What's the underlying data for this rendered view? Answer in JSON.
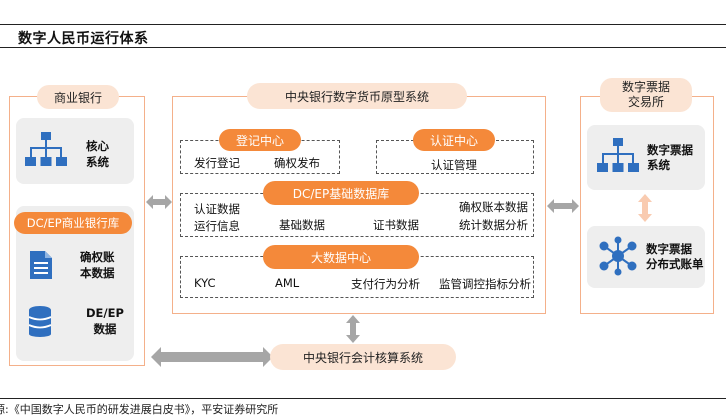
{
  "title": "数字人民币运行体系",
  "commercial_bank": {
    "header": "商业银行",
    "core_system": "核心\n系统",
    "db_header": "DC/EP商业银行库",
    "ledger_data": "确权账\n本数据",
    "dcep_data": "DE/EP\n数据"
  },
  "central": {
    "header": "中央银行数字货币原型系统",
    "registration_center": "登记中心",
    "issue_registration": "发行登记",
    "rights_publish": "确权发布",
    "auth_center": "认证中心",
    "auth_management": "认证管理",
    "dcep_db": "DC/EP基础数据库",
    "auth_data": "认证数据",
    "ledger_basic_data": "确权账本数据",
    "operation_info": "运行信息",
    "basic_data": "基础数据",
    "cert_data": "证书数据",
    "stats_analysis": "统计数据分析",
    "bigdata_center": "大数据中心",
    "kyc": "KYC",
    "aml": "AML",
    "payment_analysis": "支付行为分析",
    "supervision_analysis": "监管调控指标分析"
  },
  "accounting_system": "中央银行会计核算系统",
  "exchange": {
    "header": "数字票据\n交易所",
    "bill_system": "数字票据\n系统",
    "bill_ledger": "数字票据\n分布式账单"
  },
  "source": "源:《中国数字人民币的研发进展白皮书》，平安证券研究所",
  "colors": {
    "accent_orange": "#f4893a",
    "peach": "#fbe4d4",
    "panel_border": "#f4b08a",
    "icon_blue": "#2f6fbf",
    "arrow_grey": "#a6a6a6"
  },
  "icons": [
    "org-chart-icon",
    "document-icon",
    "database-icon",
    "network-icon"
  ]
}
